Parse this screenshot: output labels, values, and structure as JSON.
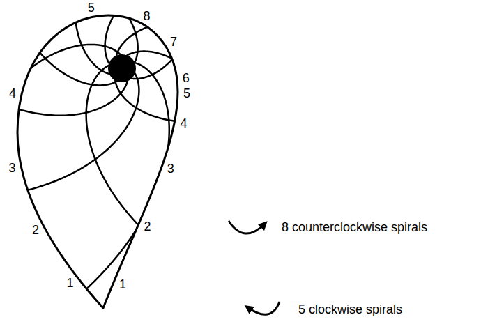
{
  "diagram": {
    "labels": [
      "5",
      "8",
      "7",
      "6",
      "4",
      "5",
      "4",
      "3",
      "3",
      "2",
      "2",
      "1",
      "1"
    ],
    "legend": [
      {
        "text": "8 counterclockwise spirals"
      },
      {
        "text": "5 clockwise spirals"
      }
    ]
  }
}
